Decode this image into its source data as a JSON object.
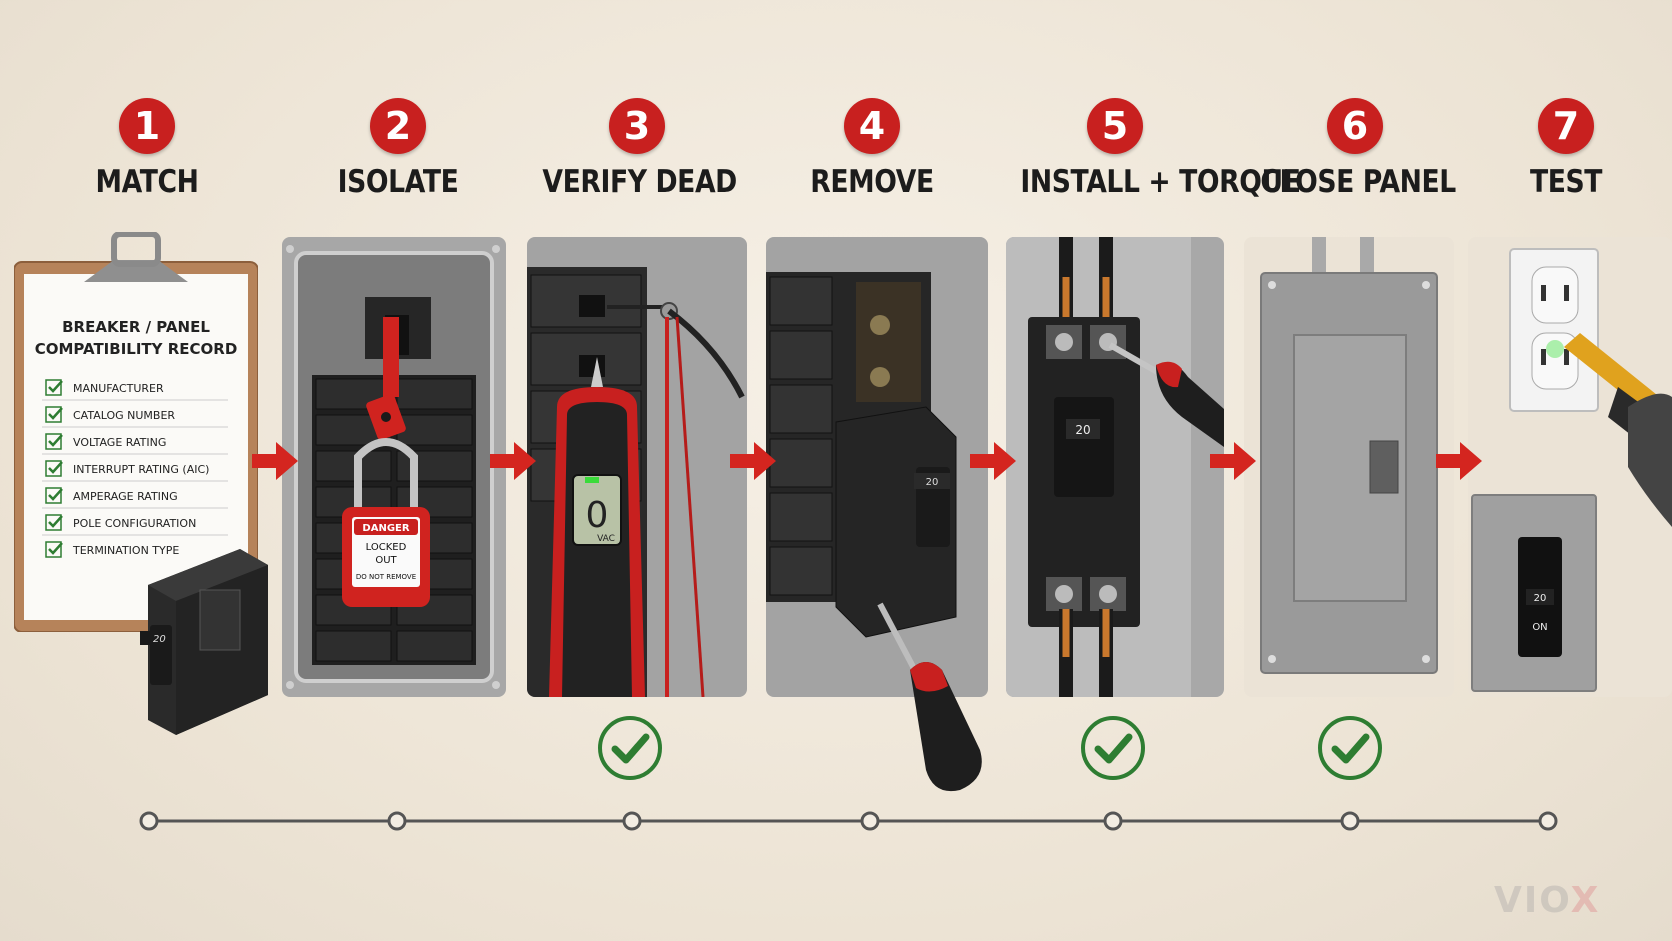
{
  "steps": [
    {
      "number": "1",
      "title": "MATCH"
    },
    {
      "number": "2",
      "title": "ISOLATE"
    },
    {
      "number": "3",
      "title": "VERIFY DEAD"
    },
    {
      "number": "4",
      "title": "REMOVE"
    },
    {
      "number": "5",
      "title": "INSTALL + TORQUE"
    },
    {
      "number": "6",
      "title": "CLOSE PANEL"
    },
    {
      "number": "7",
      "title": "TEST"
    }
  ],
  "clipboard": {
    "heading_line1": "BREAKER / PANEL",
    "heading_line2": "COMPATIBILITY RECORD",
    "items": [
      "MANUFACTURER",
      "CATALOG NUMBER",
      "VOLTAGE RATING",
      "INTERRUPT RATING (AIC)",
      "AMPERAGE RATING",
      "POLE CONFIGURATION",
      "TERMINATION TYPE"
    ]
  },
  "breaker_rating": "20",
  "lockout_tag": {
    "header": "DANGER",
    "line1": "LOCKED",
    "line2": "OUT",
    "line3": "DO NOT REMOVE"
  },
  "meter": {
    "reading": "0",
    "unit": "VAC"
  },
  "test_breaker_label": "ON",
  "logo": {
    "part1": "VIO",
    "part2": "X"
  },
  "colors": {
    "accent_red": "#c8201f",
    "check_green": "#2e7d32",
    "panel_gray": "#9a9a9a"
  }
}
